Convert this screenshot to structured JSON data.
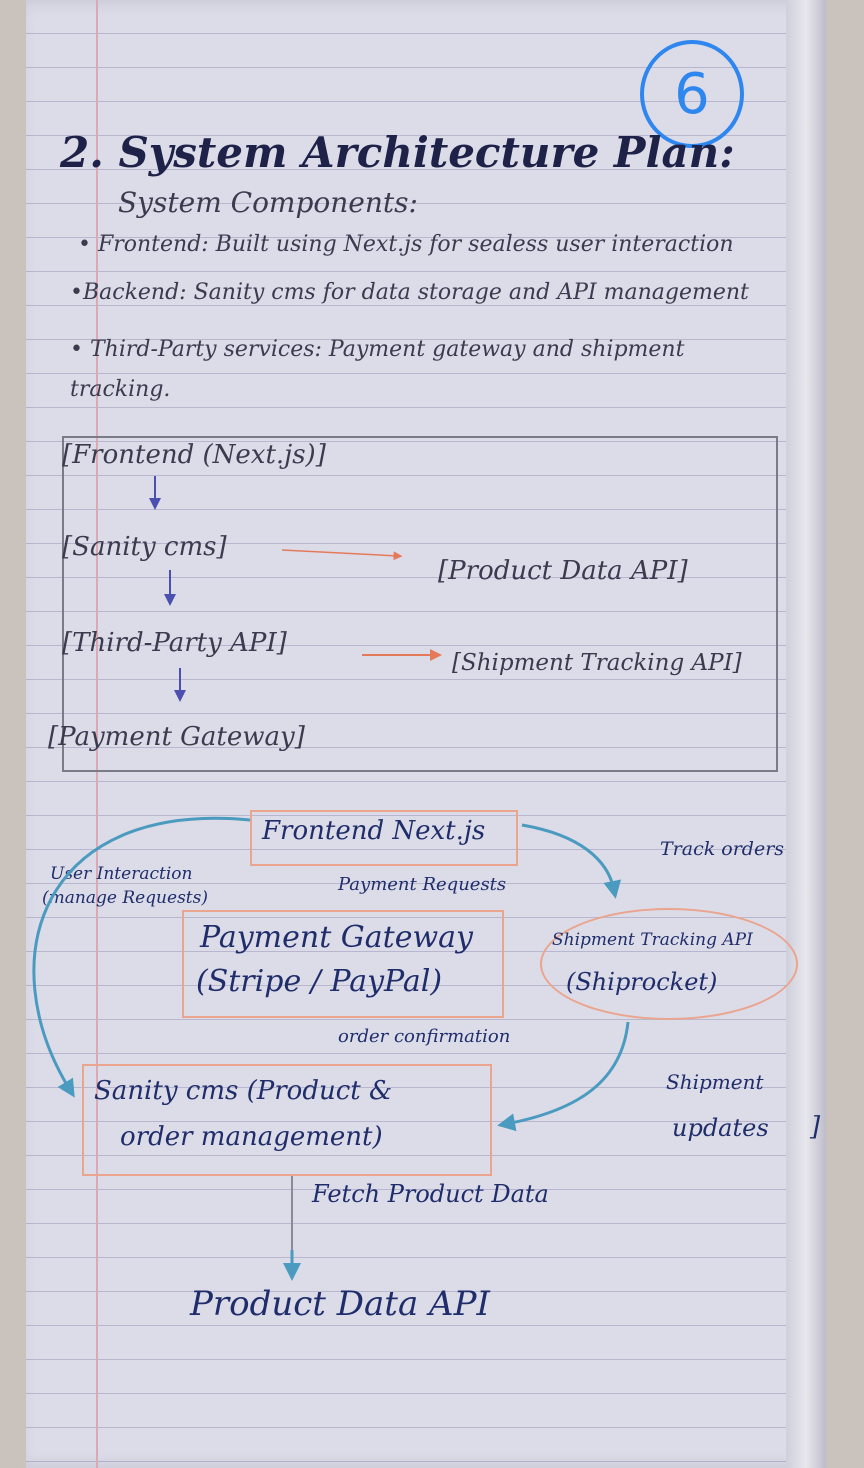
{
  "page_number": "6",
  "title": "2. System Architecture Plan:",
  "components": {
    "heading": "System Components:",
    "bullets": [
      "• Frontend: Built using Next.js for sealess user interaction",
      "•Backend: Sanity cms for data storage and API management",
      "• Third-Party services: Payment gateway and shipment tracking."
    ]
  },
  "flow1": {
    "frontend": "[Frontend (Next.js)]",
    "sanity": "[Sanity cms]",
    "product_api": "[Product Data API]",
    "third_party": "[Third-Party API]",
    "shipment_api": "[Shipment Tracking API]",
    "payment": "[Payment Gateway]"
  },
  "flow2": {
    "frontend": "Frontend Next.js",
    "track_orders": "Track orders",
    "user_interaction": "User Interaction",
    "manage_requests": "(manage Requests)",
    "payment_requests": "Payment Requests",
    "payment_gateway": "Payment Gateway",
    "payment_gateway_sub": "(Stripe / PayPal)",
    "shipment_api": "Shipment Tracking API",
    "shipment_api_sub": "(Shiprocket)",
    "order_confirmation": "order confirmation",
    "sanity_line1": "Sanity cms (Product &",
    "sanity_line2": "order management)",
    "shipment_updates_1": "Shipment",
    "shipment_updates_2": "updates",
    "bracket": "]",
    "fetch": "Fetch Product Data",
    "product_api": "Product Data API"
  },
  "colors": {
    "pencil": "#3b3b4f",
    "blue_ink": "#1f2e6b",
    "page_circle": "#2e86ef",
    "orange": "#e9a58d",
    "teal": "#4a9bbf"
  }
}
